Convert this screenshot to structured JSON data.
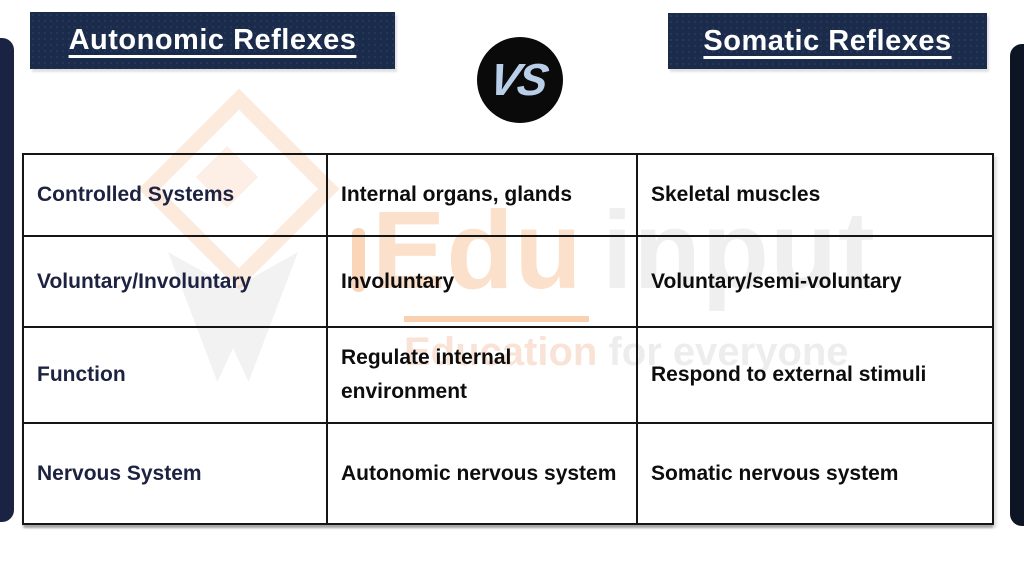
{
  "header": {
    "left_title": "Autonomic Reflexes",
    "right_title": "Somatic Reflexes",
    "vs_label": "VS",
    "box_color": "#1a2b4c",
    "title_color": "#ffffff",
    "vs_circle_color": "#0a0a0a",
    "vs_text_color": "#b9cfe9"
  },
  "table": {
    "columns": [
      "attribute",
      "autonomic",
      "somatic"
    ],
    "rows": [
      {
        "label": "Controlled Systems",
        "autonomic": "Internal organs, glands",
        "somatic": "Skeletal muscles"
      },
      {
        "label": "Voluntary/Involuntary",
        "autonomic": "Involuntary",
        "somatic": "Voluntary/semi-voluntary"
      },
      {
        "label": "Function",
        "autonomic": "Regulate internal environment",
        "somatic": "Respond to external stimuli"
      },
      {
        "label": "Nervous System",
        "autonomic": "Autonomic nervous system",
        "somatic": "Somatic nervous system"
      }
    ],
    "label_color": "#1c2240",
    "value_color": "#0d0d0d",
    "border_color": "#151515"
  },
  "watermark": {
    "brand_edu": "Edu",
    "brand_input": "input",
    "tagline_lead": "Education",
    "tagline_rest": " for everyone",
    "accent_color": "#f4a262"
  },
  "decor": {
    "left_bar_color": "#1a2342",
    "right_bar_color": "#0d1424"
  }
}
